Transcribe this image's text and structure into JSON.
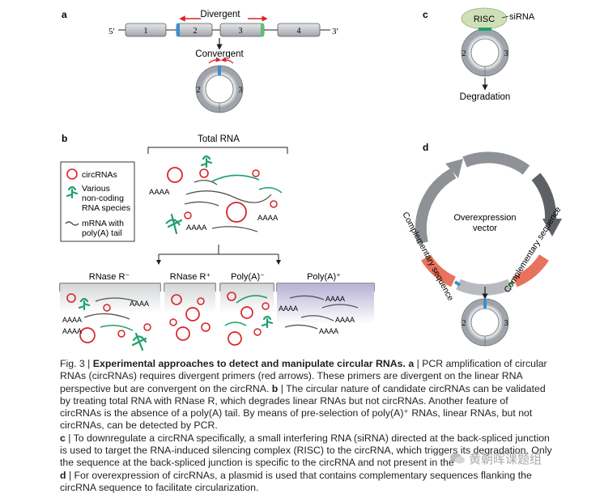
{
  "panel_a": {
    "label": "a",
    "divergent_label": "Divergent",
    "convergent_label": "Convergent",
    "five_prime": "5′",
    "three_prime": "3′",
    "exons": [
      "1",
      "2",
      "3",
      "4"
    ],
    "circle_left": "2",
    "circle_right": "3"
  },
  "panel_b": {
    "label": "b",
    "total_rna": "Total RNA",
    "legend": {
      "circrna": "circRNAs",
      "ncrna_l1": "Various",
      "ncrna_l2": "non-coding",
      "ncrna_l3": "RNA species",
      "mrna_l1": "mRNA with",
      "mrna_l2": "poly(A) tail"
    },
    "aaaa": "AAAA",
    "rnase_minus": "RNase R⁻",
    "rnase_plus": "RNase R⁺",
    "polya_minus": "Poly(A)⁻",
    "polya_plus": "Poly(A)⁺"
  },
  "panel_c": {
    "label": "c",
    "risc": "RISC",
    "sirna": "siRNA",
    "circle_left": "2",
    "circle_right": "3",
    "degradation": "Degradation"
  },
  "panel_d": {
    "label": "d",
    "vector_l1": "Overexpression",
    "vector_l2": "vector",
    "comp_left": "Complementary sequence",
    "comp_right": "Complementary sequence",
    "circle_left": "2",
    "circle_right": "3"
  },
  "caption": {
    "fig_label": "Fig. 3 | ",
    "title": "Experimental approaches to detect and manipulate circular RNAs.",
    "a_label": "a",
    "a_text": "| PCR amplification of circular RNAs (circRNAs) requires divergent primers (red arrows). These primers are divergent on the linear RNA perspective but are convergent on the circRNA.",
    "b_label": "b",
    "b_text": "| The circular nature of candidate circRNAs can be validated by treating total RNA with RNase R, which degrades linear RNAs but not circRNAs. Another feature of circRNAs is the absence of a poly(A) tail. By means of pre-selection of poly(A)⁺ RNAs, linear RNAs, but not circRNAs, can be detected by PCR.",
    "c_label": "c",
    "c_text": "| To downregulate a circRNA specifically, a small interfering RNA (siRNA) directed at the back-spliced junction is used to target the RNA-induced silencing complex (RISC) to the circRNA, which triggers its degradation. Only the sequence at the back-spliced junction is specific to the circRNA and not present in the",
    "d_label": "d",
    "d_text": "| For overexpression of circRNAs, a plasmid is used that contains complementary sequences flanking the circRNA sequence to facilitate circularization."
  },
  "watermark": {
    "text": "黄朝晖课题组"
  },
  "colors": {
    "circ_red": "#d8232a",
    "ncrna_green": "#1ea06a",
    "exon_grey": "#c9cbcf",
    "risc_fill": "#cfe0b8",
    "comp_orange": "#e8735c",
    "junction_blue": "#3a8fd0",
    "junction_green": "#5fbf7a"
  }
}
